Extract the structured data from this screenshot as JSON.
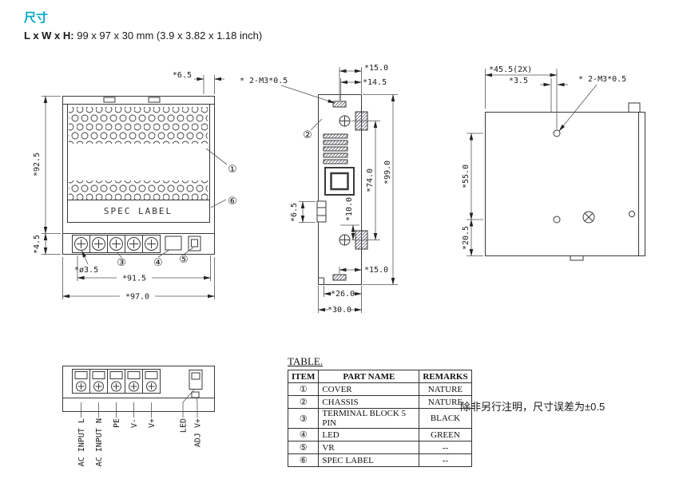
{
  "page": {
    "title": "尺寸",
    "dim_label": "L x W x H:",
    "dim_value": " 99 x 97 x 30 mm (3.9 x 3.82 x 1.18 inch)",
    "tolerance_note": "除非另行注明，尺寸误差为±0.5"
  },
  "front_view": {
    "spec_label": "SPEC LABEL",
    "dim_top": "*6.5",
    "dim_height": "*92.5",
    "dim_base_height": "*4.5",
    "dim_hole": "*ø3.5",
    "dim_width_inner": "*91.5",
    "dim_width_outer": "*97.0",
    "callout_cover": "①",
    "callout_spec_label": "⑥",
    "callout_terminal": "③",
    "callout_led": "④",
    "callout_vr": "⑤"
  },
  "side_view": {
    "dim_slot_top": "*15.0",
    "dim_slot_top2": "*14.5",
    "screw_label": "* 2-M3*0.5",
    "callout_chassis": "②",
    "dim_screw_span": "*74.0",
    "dim_length": "*99.0",
    "dim_ten": "*10.0",
    "dim_side": "*6.5",
    "dim_slot_bottom": "*15.0",
    "dim_depth_inner": "*26.0",
    "dim_depth_outer": "*30.0"
  },
  "rear_view": {
    "dim_hole_span": "*45.5(2X)",
    "dim_hole_offset": "*3.5",
    "screw_label": "* 2-M3*0.5",
    "dim_upper": "*55.0",
    "dim_lower": "*20.5"
  },
  "bottom_view": {
    "labels": [
      "AC INPUT L",
      "AC INPUT N",
      "PE",
      "V-",
      "V+",
      "LED",
      "ADJ V+"
    ]
  },
  "table": {
    "title": "TABLE.",
    "headers": [
      "ITEM",
      "PART NAME",
      "REMARKS"
    ],
    "rows": [
      {
        "item": "①",
        "part": "COVER",
        "remark": "NATURE"
      },
      {
        "item": "②",
        "part": "CHASSIS",
        "remark": "NATURE"
      },
      {
        "item": "③",
        "part": "TERMINAL BLOCK 5 PIN",
        "remark": "BLACK"
      },
      {
        "item": "④",
        "part": "LED",
        "remark": "GREEN"
      },
      {
        "item": "⑤",
        "part": "VR",
        "remark": "--"
      },
      {
        "item": "⑥",
        "part": "SPEC LABEL",
        "remark": "--"
      }
    ]
  },
  "colors": {
    "accent": "#00a6c8",
    "line": "#3a3a3a"
  }
}
